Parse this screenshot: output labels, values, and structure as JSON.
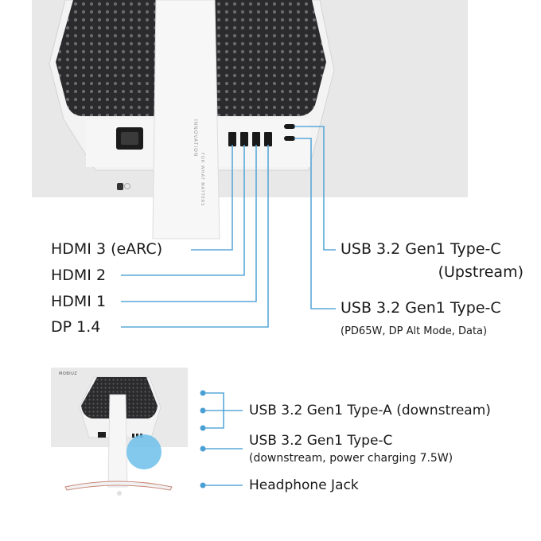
{
  "top_section": {
    "left_ports": [
      {
        "label": "HDMI 3 (eARC)"
      },
      {
        "label": "HDMI 2"
      },
      {
        "label": "HDMI 1"
      },
      {
        "label": "DP 1.4"
      }
    ],
    "right_ports": [
      {
        "title": "USB 3.2 Gen1 Type-C",
        "subtitle": "(Upstream)"
      },
      {
        "title": "USB 3.2 Gen1 Type-C",
        "subtitle": "(PD65W, DP Alt Mode, Data)"
      }
    ],
    "vertical_stand_text": "INNOVATION",
    "vertical_stand_text_2": "FOR WHAT MATTERS"
  },
  "bottom_section": {
    "thumbnail_brand": "MOBIUZ",
    "ports": [
      {
        "title": "USB 3.2 Gen1 Type-A (downstream)",
        "subtitle": ""
      },
      {
        "title": "USB 3.2 Gen1 Type-C",
        "subtitle": "(downstream, power charging 7.5W)"
      },
      {
        "title": "Headphone Jack",
        "subtitle": ""
      }
    ]
  },
  "colors": {
    "accent_line": "#5aa8d8",
    "dot": "#4a9fd4",
    "highlight": "#6cc0ea",
    "grille": "#2b2b2d",
    "panel": "#e9e9ea"
  }
}
